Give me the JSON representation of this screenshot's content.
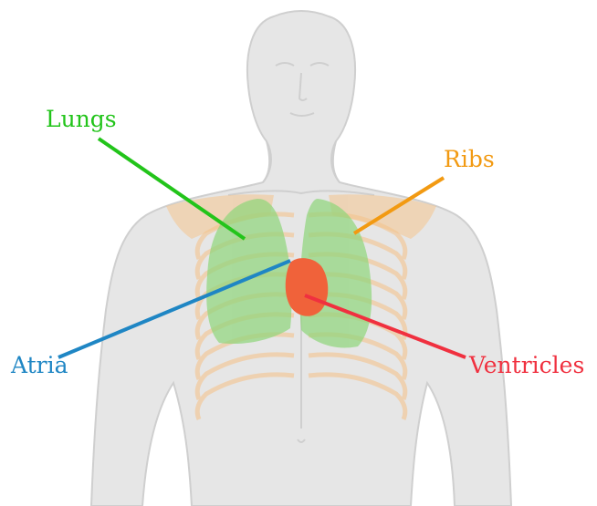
{
  "labels": {
    "lungs": "Lungs",
    "ribs": "Ribs",
    "atria": "Atria",
    "ventricles": "Ventricles"
  },
  "colors": {
    "lungs": "#22c41a",
    "ribs": "#f29a12",
    "atria": "#1f86c4",
    "ventricles": "#f0303f",
    "body": "#e6e6e6",
    "body_outline": "#cfcfcf",
    "lung_fill": "#8fd67a",
    "rib_fill": "#f4c48e",
    "heart_fill": "#f0623a"
  }
}
